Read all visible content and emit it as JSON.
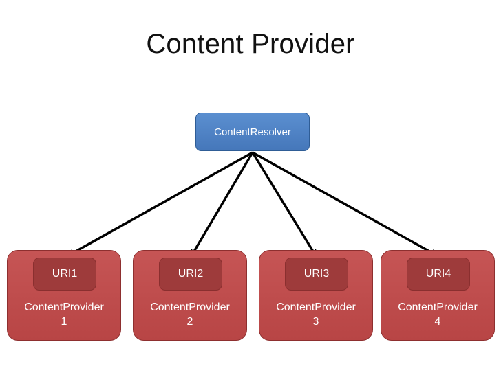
{
  "title": "Content Provider",
  "resolver": {
    "label": "ContentResolver"
  },
  "providers": [
    {
      "uri": "URI1",
      "name": "ContentProvider\n1"
    },
    {
      "uri": "URI2",
      "name": "ContentProvider\n2"
    },
    {
      "uri": "URI3",
      "name": "ContentProvider\n3"
    },
    {
      "uri": "URI4",
      "name": "ContentProvider\n4"
    }
  ],
  "colors": {
    "resolver_fill": "#4f84c6",
    "provider_fill": "#c0504d",
    "uri_fill": "#9e3b3b",
    "arrow": "#000000"
  }
}
